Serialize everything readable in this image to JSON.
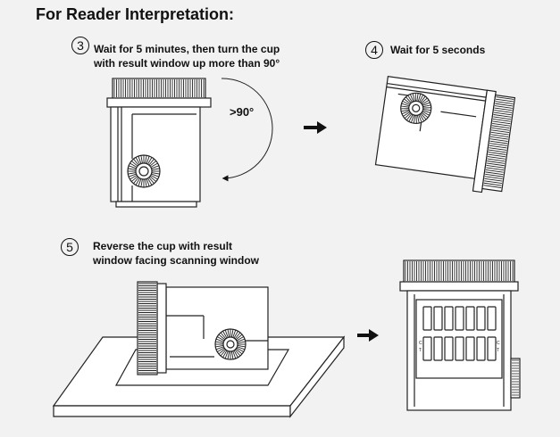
{
  "title": "For Reader Interpretation:",
  "steps": [
    {
      "number": "3",
      "line1": "Wait for 5 minutes, then turn the cup",
      "line2": "with result window up more than 90°"
    },
    {
      "number": "4",
      "line1": "Wait for 5 seconds"
    },
    {
      "number": "5",
      "line1": "Reverse the cup with result",
      "line2": "window facing scanning window"
    }
  ],
  "rotation_label": ">90°",
  "result_window_letters": {
    "c": "C",
    "t": "T"
  }
}
